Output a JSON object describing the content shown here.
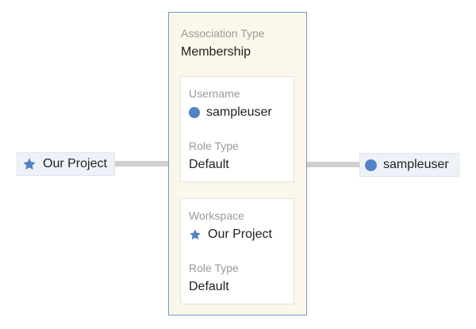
{
  "colors": {
    "accent_blue": "#4f84c4",
    "card_border": "#6f9ccf",
    "card_background": "#fbf7ea",
    "connector": "#cfcfcf",
    "label_gray": "#9a9a9a"
  },
  "left_node": {
    "icon": "star-icon",
    "label": "Our Project"
  },
  "right_node": {
    "icon": "user-dot-icon",
    "label": "sampleuser"
  },
  "association": {
    "type_label": "Association Type",
    "type_value": "Membership",
    "user_card": {
      "username_label": "Username",
      "username_icon": "user-dot-icon",
      "username_value": "sampleuser",
      "role_label": "Role Type",
      "role_value": "Default"
    },
    "workspace_card": {
      "workspace_label": "Workspace",
      "workspace_icon": "star-icon",
      "workspace_value": "Our Project",
      "role_label": "Role Type",
      "role_value": "Default"
    }
  }
}
